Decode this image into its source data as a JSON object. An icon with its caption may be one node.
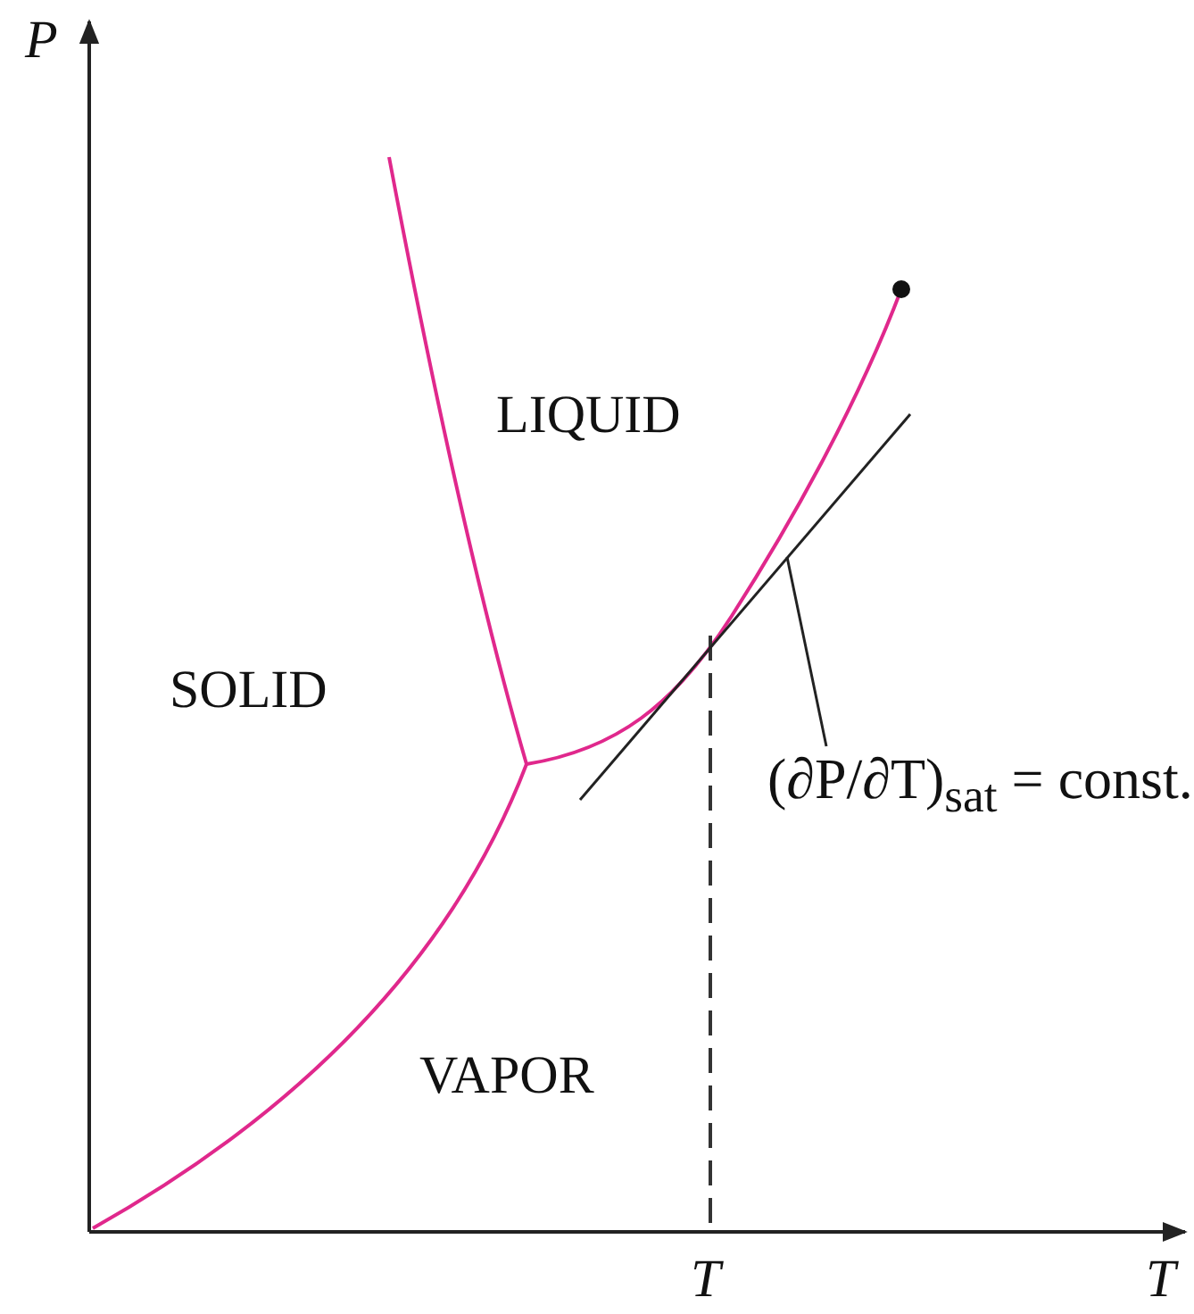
{
  "diagram": {
    "nodes": [
      {
        "text": [
          "(∂P/∂T)$_{sat}$ = const."
        ]
      },
      {
        "text": [],
        "shape": "line"
      }
    ],
    "edges": [
      {
        "from": 0,
        "to": 1,
        "arrow": "none"
      }
    ],
    "labels": [
      "P",
      "LIQUID",
      "SOLID",
      "VAPOR",
      "T",
      "T"
    ]
  }
}
